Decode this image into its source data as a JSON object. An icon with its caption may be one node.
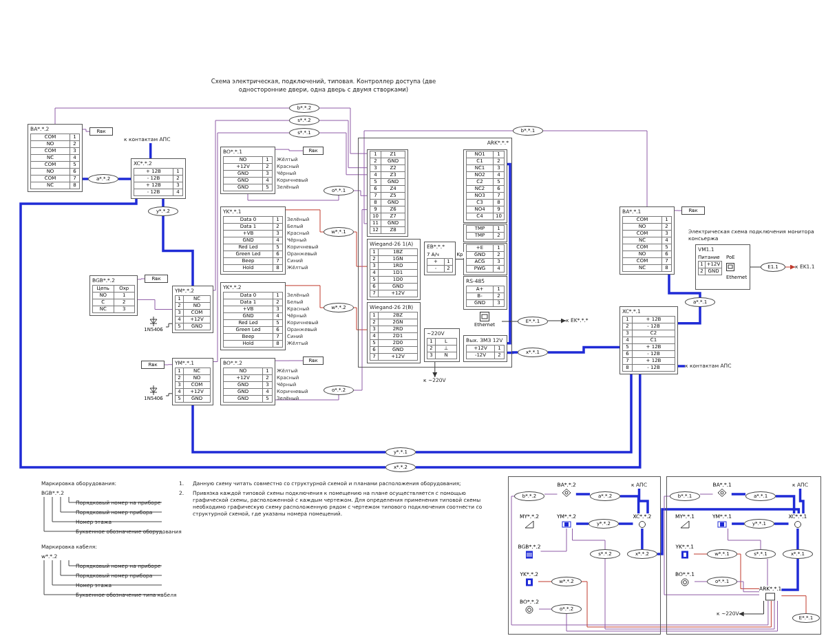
{
  "diagram": {
    "title": "Схема электрическая, подключений, типовая. Контроллер доступа (две односторонние двери, одна дверь с двумя створками)",
    "nodes": [
      {
        "text": [
          "BA*.*.2",
          "COM",
          "1",
          "NO",
          "2",
          "COM",
          "3",
          "NC",
          "4",
          "COM",
          "5",
          "NO",
          "6",
          "COM",
          "7",
          "NC",
          "8"
        ]
      },
      {
        "text": [
          "Rвк"
        ]
      },
      {
        "text": [
          "XC*.*.2",
          "+ 12В",
          "1",
          "- 12В",
          "2",
          "+ 12В",
          "3",
          "- 12В",
          "4"
        ]
      },
      {
        "text": [
          "a*.*.2"
        ]
      },
      {
        "text": [
          "y*.*.2"
        ]
      },
      {
        "text": [
          "b*.*.2"
        ]
      },
      {
        "text": [
          "s*.*.2"
        ]
      },
      {
        "text": [
          "s*.*.1"
        ]
      },
      {
        "text": [
          "BO*.*.1",
          "NO",
          "1",
          "+12V",
          "2",
          "GND",
          "3",
          "GND",
          "4",
          "GND",
          "5"
        ],
        "beside": [
          "Жёлтый",
          "Красный",
          "Чёрный",
          "Коричневый",
          "Зелёный"
        ]
      },
      {
        "text": [
          "Rвк"
        ]
      },
      {
        "text": [
          "o*.*.1"
        ]
      },
      {
        "text": [
          "ARK*.*.*"
        ]
      },
      {
        "text": [
          "1",
          "Z1",
          "2",
          "GND",
          "3",
          "Z2",
          "4",
          "Z3",
          "5",
          "GND",
          "6",
          "Z4",
          "7",
          "Z5",
          "8",
          "GND",
          "9",
          "Z6",
          "10",
          "Z7",
          "11",
          "GND",
          "12",
          "Z8"
        ],
        "in": 11
      },
      {
        "text": [
          "Wiegand-26 1(A)",
          "1",
          "1BZ",
          "2",
          "1GN",
          "3",
          "1RD",
          "4",
          "1D1",
          "5",
          "1D0",
          "6",
          "GND",
          "7",
          "+12V"
        ],
        "in": 11
      },
      {
        "text": [
          "Wiegand-26 2(B)",
          "1",
          "2BZ",
          "2",
          "2GN",
          "3",
          "2RD",
          "4",
          "2D1",
          "5",
          "2D0",
          "6",
          "GND",
          "7",
          "+12V"
        ],
        "in": 11
      },
      {
        "text": [
          "EB*.*.*",
          "7 А/ч",
          "+",
          "1",
          "-",
          "2"
        ],
        "in": 11
      },
      {
        "text": [
          "~220V",
          "1",
          "L",
          "2",
          "⊥",
          "3",
          "N"
        ],
        "in": 11
      },
      {
        "text": [
          "NO1",
          "1",
          "C1",
          "2",
          "NC1",
          "3",
          "NO2",
          "4",
          "C2",
          "5",
          "NC2",
          "6",
          "NO3",
          "7",
          "C3",
          "8",
          "NO4",
          "9",
          "C4",
          "10"
        ],
        "in": 11
      },
      {
        "text": [
          "TMP",
          "1",
          "TMP",
          "2"
        ],
        "in": 11
      },
      {
        "text": [
          "+E",
          "1",
          "GND",
          "2",
          "ACG",
          "3",
          "PWG",
          "4"
        ],
        "in": 11
      },
      {
        "text": [
          "RS-485",
          "A+",
          "1",
          "B-",
          "2",
          "GND",
          "3"
        ],
        "in": 11
      },
      {
        "text": [
          "Ethernet"
        ],
        "in": 11
      },
      {
        "text": [
          "Вых. ЗМЗ 12V",
          "+12V",
          "1",
          "-12V",
          "2"
        ],
        "in": 11
      },
      {
        "text": [
          "YK*.*.1",
          "Data 0",
          "1",
          "Data 1",
          "2",
          "+VB",
          "3",
          "GND",
          "4",
          "Red Led",
          "5",
          "Green Led",
          "6",
          "Beep",
          "7",
          "Hold",
          "8"
        ],
        "beside": [
          "Зелёный",
          "Белый",
          "Красный",
          "Чёрный",
          "Коричневый",
          "Оранжевый",
          "Синий",
          "Жёлтый"
        ]
      },
      {
        "text": [
          "w*.*.1"
        ]
      },
      {
        "text": [
          "YK*.*.2",
          "Data 0",
          "1",
          "Data 1",
          "2",
          "+VB",
          "3",
          "GND",
          "4",
          "Red Led",
          "5",
          "Green Led",
          "6",
          "Beep",
          "7",
          "Hold",
          "8"
        ],
        "beside": [
          "Зелёный",
          "Белый",
          "Красный",
          "Чёрный",
          "Коричневый",
          "Оранжевый",
          "Синий",
          "Жёлтый"
        ]
      },
      {
        "text": [
          "w*.*.2"
        ]
      },
      {
        "text": [
          "BGB*.*.2",
          "Цепь",
          "Охр",
          "NO",
          "1",
          "C",
          "2",
          "NC",
          "3"
        ]
      },
      {
        "text": [
          "Rвк"
        ]
      },
      {
        "text": [
          "YM*.*.2",
          "1",
          "NC",
          "2",
          "NO",
          "3",
          "COM",
          "4",
          "+12V",
          "5",
          "GND"
        ]
      },
      {
        "text": [
          "1N5406"
        ]
      },
      {
        "text": [
          "YM*.*.1",
          "1",
          "NC",
          "2",
          "NO",
          "3",
          "COM",
          "4",
          "+12V",
          "5",
          "GND"
        ]
      },
      {
        "text": [
          "Rвк"
        ]
      },
      {
        "text": [
          "1N5406"
        ]
      },
      {
        "text": [
          "BO*.*.2",
          "NO",
          "1",
          "+12V",
          "2",
          "GND",
          "3",
          "GND",
          "4",
          "GND",
          "5"
        ],
        "beside": [
          "Жёлтый",
          "Красный",
          "Чёрный",
          "Коричневый",
          "Зелёный"
        ]
      },
      {
        "text": [
          "Rвк"
        ]
      },
      {
        "text": [
          "o*.*.2"
        ]
      },
      {
        "text": [
          "BA*.*.1",
          "COM",
          "1",
          "NO",
          "2",
          "COM",
          "3",
          "NC",
          "4",
          "COM",
          "5",
          "NO",
          "6",
          "COM",
          "7",
          "NC",
          "8"
        ]
      },
      {
        "text": [
          "Rвк"
        ]
      },
      {
        "text": [
          "a*.*.1"
        ]
      },
      {
        "text": [
          "b*.*.1"
        ]
      },
      {
        "text": [
          "XC*.*.1",
          "1",
          "+ 12В",
          "2",
          "- 12В",
          "3",
          "C2",
          "4",
          "C1",
          "5",
          "+ 12В",
          "6",
          "- 12В",
          "7",
          "+ 12В",
          "8",
          "- 12В"
        ]
      },
      {
        "text": [
          "E*.*.1"
        ]
      },
      {
        "text": [
          "x*.*.1"
        ]
      },
      {
        "text": [
          "y*.*.1"
        ]
      },
      {
        "text": [
          "x*.*.2"
        ]
      },
      {
        "text": [
          "VM1.1",
          "Питание",
          "1",
          "+12V",
          "2",
          "GND",
          "PoE",
          "Ethernet"
        ]
      },
      {
        "text": [
          "E1.1"
        ]
      },
      {
        "text": [],
        "shape": "box"
      },
      {
        "text": [
          "BA*.*.2"
        ],
        "in": 48
      },
      {
        "text": [
          "b*.*.2"
        ],
        "in": 48
      },
      {
        "text": [
          "a*.*.2"
        ],
        "in": 48
      },
      {
        "text": [
          "MY*.*.2"
        ],
        "in": 48
      },
      {
        "text": [
          "YM*.*.2"
        ],
        "in": 48
      },
      {
        "text": [
          "XC*.*.2"
        ],
        "in": 48
      },
      {
        "text": [
          "BGB*.*.2"
        ],
        "in": 48
      },
      {
        "text": [
          "y*.*.2"
        ],
        "in": 48
      },
      {
        "text": [
          "x*.*.2"
        ],
        "in": 48
      },
      {
        "text": [
          "YK*.*.2"
        ],
        "in": 48
      },
      {
        "text": [
          "w*.*.2"
        ],
        "in": 48
      },
      {
        "text": [
          "s*.*.2"
        ],
        "in": 48
      },
      {
        "text": [
          "BO*.*.2"
        ],
        "in": 48
      },
      {
        "text": [
          "o*.*.2"
        ],
        "in": 48
      },
      {
        "text": [],
        "shape": "box"
      },
      {
        "text": [
          "BA*.*.1"
        ],
        "in": 63
      },
      {
        "text": [
          "b*.*.1"
        ],
        "in": 63
      },
      {
        "text": [
          "a*.*.1"
        ],
        "in": 63
      },
      {
        "text": [
          "MY*.*.1"
        ],
        "in": 63
      },
      {
        "text": [
          "YM*.*.1"
        ],
        "in": 63
      },
      {
        "text": [
          "XC*.*.1"
        ],
        "in": 63
      },
      {
        "text": [
          "YK*.*.1"
        ],
        "in": 63
      },
      {
        "text": [
          "y*.*.1"
        ],
        "in": 63
      },
      {
        "text": [
          "x*.*.1"
        ],
        "in": 63
      },
      {
        "text": [
          "BO*.*.1"
        ],
        "in": 63
      },
      {
        "text": [
          "w*.*.1"
        ],
        "in": 63
      },
      {
        "text": [
          "s*.*.1"
        ],
        "in": 63
      },
      {
        "text": [
          "o*.*.1"
        ],
        "in": 63
      },
      {
        "text": [
          "ARK*.*.1"
        ],
        "in": 63
      },
      {
        "text": [
          "E*.*.1"
        ],
        "in": 63
      },
      {
        "text": [
          "к контактам АПС"
        ]
      },
      {
        "text": [
          "к EK*.*.*"
        ]
      },
      {
        "text": [
          "к ~220V"
        ]
      },
      {
        "text": [
          "к контактам АПС"
        ]
      },
      {
        "text": [
          "к EK1.1"
        ]
      },
      {
        "text": [
          "к АПС"
        ],
        "in": 48
      },
      {
        "text": [
          "к АПС"
        ],
        "in": 63
      },
      {
        "text": [
          "к ~220V"
        ],
        "in": 63
      }
    ],
    "edges": [
      {
        "from": 0,
        "to": 1,
        "arrow": "none"
      },
      {
        "from": 0,
        "to": 3,
        "arrow": "none",
        "style": "thick",
        "color": "#1f2bd6"
      },
      {
        "from": 3,
        "to": 2,
        "arrow": "none",
        "style": "thick",
        "color": "#1f2bd6"
      },
      {
        "from": 2,
        "to": 4,
        "arrow": "none",
        "style": "thick",
        "color": "#1f2bd6"
      },
      {
        "from": 4,
        "to": 29,
        "arrow": "none",
        "style": "thick",
        "color": "#1f2bd6"
      },
      {
        "from": 2,
        "to": 45,
        "arrow": "none",
        "style": "thick",
        "color": "#1f2bd6"
      },
      {
        "from": 45,
        "to": 41,
        "arrow": "none",
        "style": "thick",
        "color": "#1f2bd6"
      },
      {
        "from": 0,
        "to": 5,
        "arrow": "none"
      },
      {
        "from": 5,
        "to": 12,
        "arrow": "none"
      },
      {
        "from": 29,
        "to": 6,
        "arrow": "none"
      },
      {
        "from": 6,
        "to": 12,
        "arrow": "none"
      },
      {
        "from": 31,
        "to": 7,
        "arrow": "none"
      },
      {
        "from": 7,
        "to": 12,
        "arrow": "none"
      },
      {
        "from": 8,
        "to": 9,
        "arrow": "none"
      },
      {
        "from": 8,
        "to": 10,
        "arrow": "none"
      },
      {
        "from": 10,
        "to": 12,
        "arrow": "none"
      },
      {
        "from": 23,
        "to": 24,
        "arrow": "none",
        "color": "#c0392b"
      },
      {
        "from": 24,
        "to": 13,
        "arrow": "none",
        "color": "#c0392b"
      },
      {
        "from": 25,
        "to": 26,
        "arrow": "none",
        "color": "#c0392b"
      },
      {
        "from": 26,
        "to": 14,
        "arrow": "none",
        "color": "#c0392b"
      },
      {
        "from": 27,
        "to": 28,
        "arrow": "none"
      },
      {
        "from": 27,
        "to": 29,
        "arrow": "none"
      },
      {
        "from": 29,
        "to": 30,
        "arrow": "none",
        "color": "#333333"
      },
      {
        "from": 31,
        "to": 32,
        "arrow": "none"
      },
      {
        "from": 31,
        "to": 33,
        "arrow": "none",
        "color": "#333333"
      },
      {
        "from": 34,
        "to": 35,
        "arrow": "none"
      },
      {
        "from": 34,
        "to": 36,
        "arrow": "none"
      },
      {
        "from": 36,
        "to": 12,
        "arrow": "none"
      },
      {
        "from": 31,
        "to": 44,
        "arrow": "none",
        "style": "thick",
        "color": "#1f2bd6"
      },
      {
        "from": 44,
        "to": 41,
        "arrow": "none",
        "style": "thick",
        "color": "#1f2bd6"
      },
      {
        "from": 37,
        "to": 38,
        "arrow": "none"
      },
      {
        "from": 37,
        "to": 40,
        "arrow": "none"
      },
      {
        "from": 40,
        "to": 12,
        "arrow": "none"
      },
      {
        "from": 37,
        "to": 39,
        "arrow": "none",
        "style": "thick",
        "color": "#1f2bd6"
      },
      {
        "from": 39,
        "to": 41,
        "arrow": "none",
        "style": "thick",
        "color": "#1f2bd6"
      },
      {
        "from": 17,
        "to": 22,
        "arrow": "none",
        "style": "thick",
        "color": "#1f2bd6"
      },
      {
        "from": 22,
        "to": 43,
        "arrow": "none",
        "style": "thick",
        "color": "#1f2bd6"
      },
      {
        "from": 43,
        "to": 41,
        "arrow": "none",
        "style": "thick",
        "color": "#1f2bd6"
      },
      {
        "from": 21,
        "to": 42,
        "arrow": "none",
        "color": "#333333"
      },
      {
        "from": 42,
        "to": 80,
        "arrow": "to",
        "color": "#333333"
      },
      {
        "from": 16,
        "to": 81,
        "arrow": "to",
        "color": "#333333"
      },
      {
        "from": 15,
        "to": 19,
        "arrow": "none",
        "label": "Kp",
        "color": "#333333"
      },
      {
        "from": 2,
        "to": 79,
        "arrow": "none",
        "style": "thick",
        "color": "#1f2bd6"
      },
      {
        "from": 41,
        "to": 82,
        "arrow": "none",
        "style": "thick",
        "color": "#1f2bd6"
      },
      {
        "from": 46,
        "to": 47,
        "arrow": "none",
        "color": "#333333"
      },
      {
        "from": 47,
        "to": 83,
        "arrow": "to",
        "color": "#c0392b"
      },
      {
        "from": 50,
        "to": 49,
        "arrow": "none"
      },
      {
        "from": 49,
        "to": 51,
        "arrow": "none",
        "style": "thick",
        "color": "#1f2bd6"
      },
      {
        "from": 51,
        "to": 54,
        "arrow": "none",
        "style": "thick",
        "color": "#1f2bd6"
      },
      {
        "from": 54,
        "to": 57,
        "arrow": "none",
        "style": "thick",
        "color": "#1f2bd6"
      },
      {
        "from": 57,
        "to": 69,
        "arrow": "none",
        "style": "thick",
        "color": "#1f2bd6"
      },
      {
        "from": 53,
        "to": 56,
        "arrow": "none",
        "style": "thick",
        "color": "#1f2bd6"
      },
      {
        "from": 56,
        "to": 54,
        "arrow": "none",
        "style": "thick",
        "color": "#1f2bd6"
      },
      {
        "from": 53,
        "to": 60,
        "arrow": "none"
      },
      {
        "from": 55,
        "to": 53,
        "arrow": "none"
      },
      {
        "from": 58,
        "to": 59,
        "arrow": "none",
        "color": "#c0392b"
      },
      {
        "from": 61,
        "to": 62,
        "arrow": "none"
      },
      {
        "from": 50,
        "to": 77,
        "arrow": "none"
      },
      {
        "from": 59,
        "to": 77,
        "arrow": "none",
        "color": "#c0392b"
      },
      {
        "from": 60,
        "to": 77,
        "arrow": "none"
      },
      {
        "from": 62,
        "to": 77,
        "arrow": "none"
      },
      {
        "from": 65,
        "to": 64,
        "arrow": "none"
      },
      {
        "from": 64,
        "to": 66,
        "arrow": "none",
        "style": "thick",
        "color": "#1f2bd6"
      },
      {
        "from": 66,
        "to": 69,
        "arrow": "none",
        "style": "thick",
        "color": "#1f2bd6"
      },
      {
        "from": 68,
        "to": 71,
        "arrow": "none",
        "style": "thick",
        "color": "#1f2bd6"
      },
      {
        "from": 71,
        "to": 69,
        "arrow": "none",
        "style": "thick",
        "color": "#1f2bd6"
      },
      {
        "from": 68,
        "to": 75,
        "arrow": "none"
      },
      {
        "from": 69,
        "to": 72,
        "arrow": "none",
        "style": "thick",
        "color": "#1f2bd6"
      },
      {
        "from": 72,
        "to": 77,
        "arrow": "none",
        "style": "thick",
        "color": "#1f2bd6"
      },
      {
        "from": 70,
        "to": 74,
        "arrow": "none",
        "color": "#c0392b"
      },
      {
        "from": 74,
        "to": 77,
        "arrow": "none",
        "color": "#c0392b"
      },
      {
        "from": 73,
        "to": 76,
        "arrow": "none"
      },
      {
        "from": 76,
        "to": 77,
        "arrow": "none"
      },
      {
        "from": 65,
        "to": 77,
        "arrow": "none"
      },
      {
        "from": 75,
        "to": 77,
        "arrow": "none"
      },
      {
        "from": 77,
        "to": 78,
        "arrow": "none",
        "color": "#c0392b"
      },
      {
        "from": 77,
        "to": 86,
        "arrow": "to",
        "color": "#333333"
      },
      {
        "from": 54,
        "to": 84,
        "arrow": "none",
        "style": "thick",
        "color": "#1f2bd6"
      },
      {
        "from": 69,
        "to": 85,
        "arrow": "none",
        "style": "thick",
        "color": "#1f2bd6"
      }
    ],
    "labels": [
      "Электрическая схема подключения монитора консьержа",
      "Маркировка оборудования:",
      "BGB*.*.2",
      "Порядковый номер на приборе",
      "Порядковый номер прибора",
      "Номер этажа",
      "Буквенное обозначение оборудования",
      "Маркировка кабеля:",
      "w*.*.2",
      "Порядковый номер на приборе",
      "Порядковый номер прибора",
      "Номер этажа",
      "Буквенное обозначение типа кабеля",
      "1.",
      "Данную схему читать совместно со структурной схемой и планами расположения оборудования;",
      "2.",
      "Привязка каждой типовой схемы подключения к помещению на плане осуществляется с помощью графической схемы, расположенной с каждым чертежом. Для определения применения типовой схемы необходимо графическую схему расположенную рядом с чертежом типового подключения соотнести со структурной схемой, где указаны номера помещений."
    ]
  }
}
